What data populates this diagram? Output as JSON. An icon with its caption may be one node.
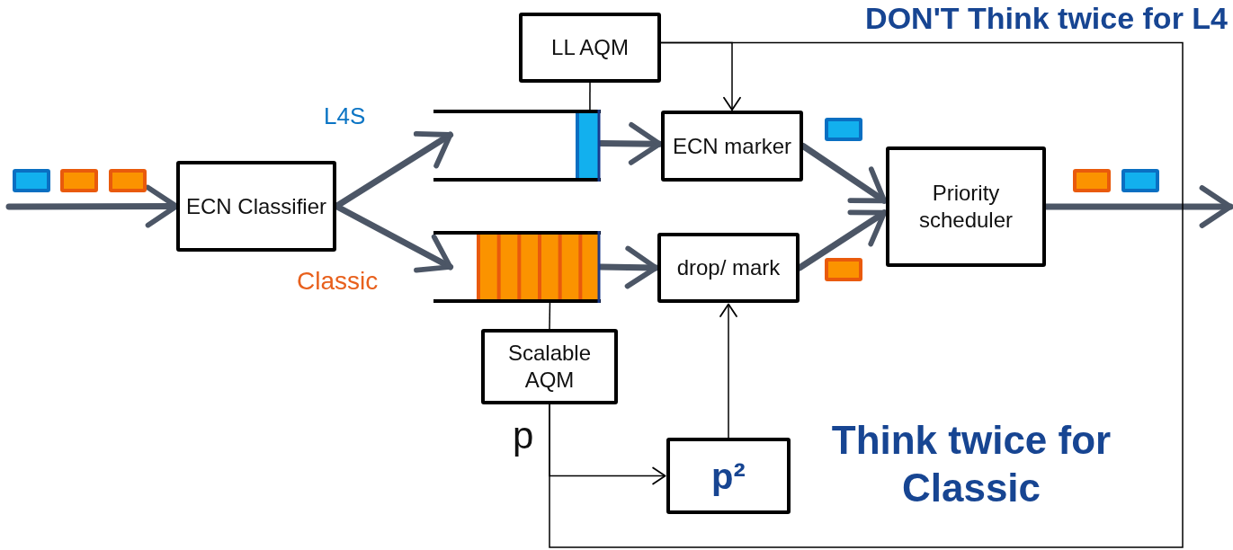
{
  "diagram": {
    "nodes": [
      {
        "text": [
          "LL AQM"
        ]
      },
      {
        "text": [
          "ECN Classifier"
        ]
      },
      {
        "text": [],
        "shape": "box"
      },
      {
        "text": [],
        "shape": "box"
      },
      {
        "text": [
          "ECN marker"
        ]
      },
      {
        "text": [
          "drop/ mark"
        ]
      },
      {
        "text": [
          "Priority scheduler"
        ]
      },
      {
        "text": [
          "Scalable AQM"
        ]
      },
      {
        "text": [
          "p²"
        ]
      }
    ],
    "edges": [
      {
        "from": null,
        "to": 1,
        "arrow": "to"
      },
      {
        "from": 1,
        "to": 2,
        "arrow": "to"
      },
      {
        "from": 1,
        "to": 3,
        "arrow": "to"
      },
      {
        "from": 2,
        "to": 4,
        "arrow": "to"
      },
      {
        "from": 3,
        "to": 5,
        "arrow": "to"
      },
      {
        "from": 4,
        "to": 6,
        "arrow": "to"
      },
      {
        "from": 5,
        "to": 6,
        "arrow": "to"
      },
      {
        "from": 6,
        "to": null,
        "arrow": "to"
      },
      {
        "from": 0,
        "to": 4,
        "arrow": "to",
        "color": "#000000"
      },
      {
        "from": 0,
        "to": 2,
        "arrow": "none",
        "color": "#000000"
      },
      {
        "from": 3,
        "to": 7,
        "arrow": "none",
        "color": "#000000"
      },
      {
        "from": 7,
        "to": 8,
        "arrow": "to",
        "color": "#000000"
      },
      {
        "from": 8,
        "to": 5,
        "arrow": "to",
        "color": "#000000"
      },
      {
        "from": 7,
        "to": 0,
        "arrow": "none",
        "color": "#000000"
      }
    ],
    "labels": [
      "DON'T Think twice for L4",
      "L4S",
      "Classic",
      "p",
      "Think twice for Classic"
    ]
  }
}
